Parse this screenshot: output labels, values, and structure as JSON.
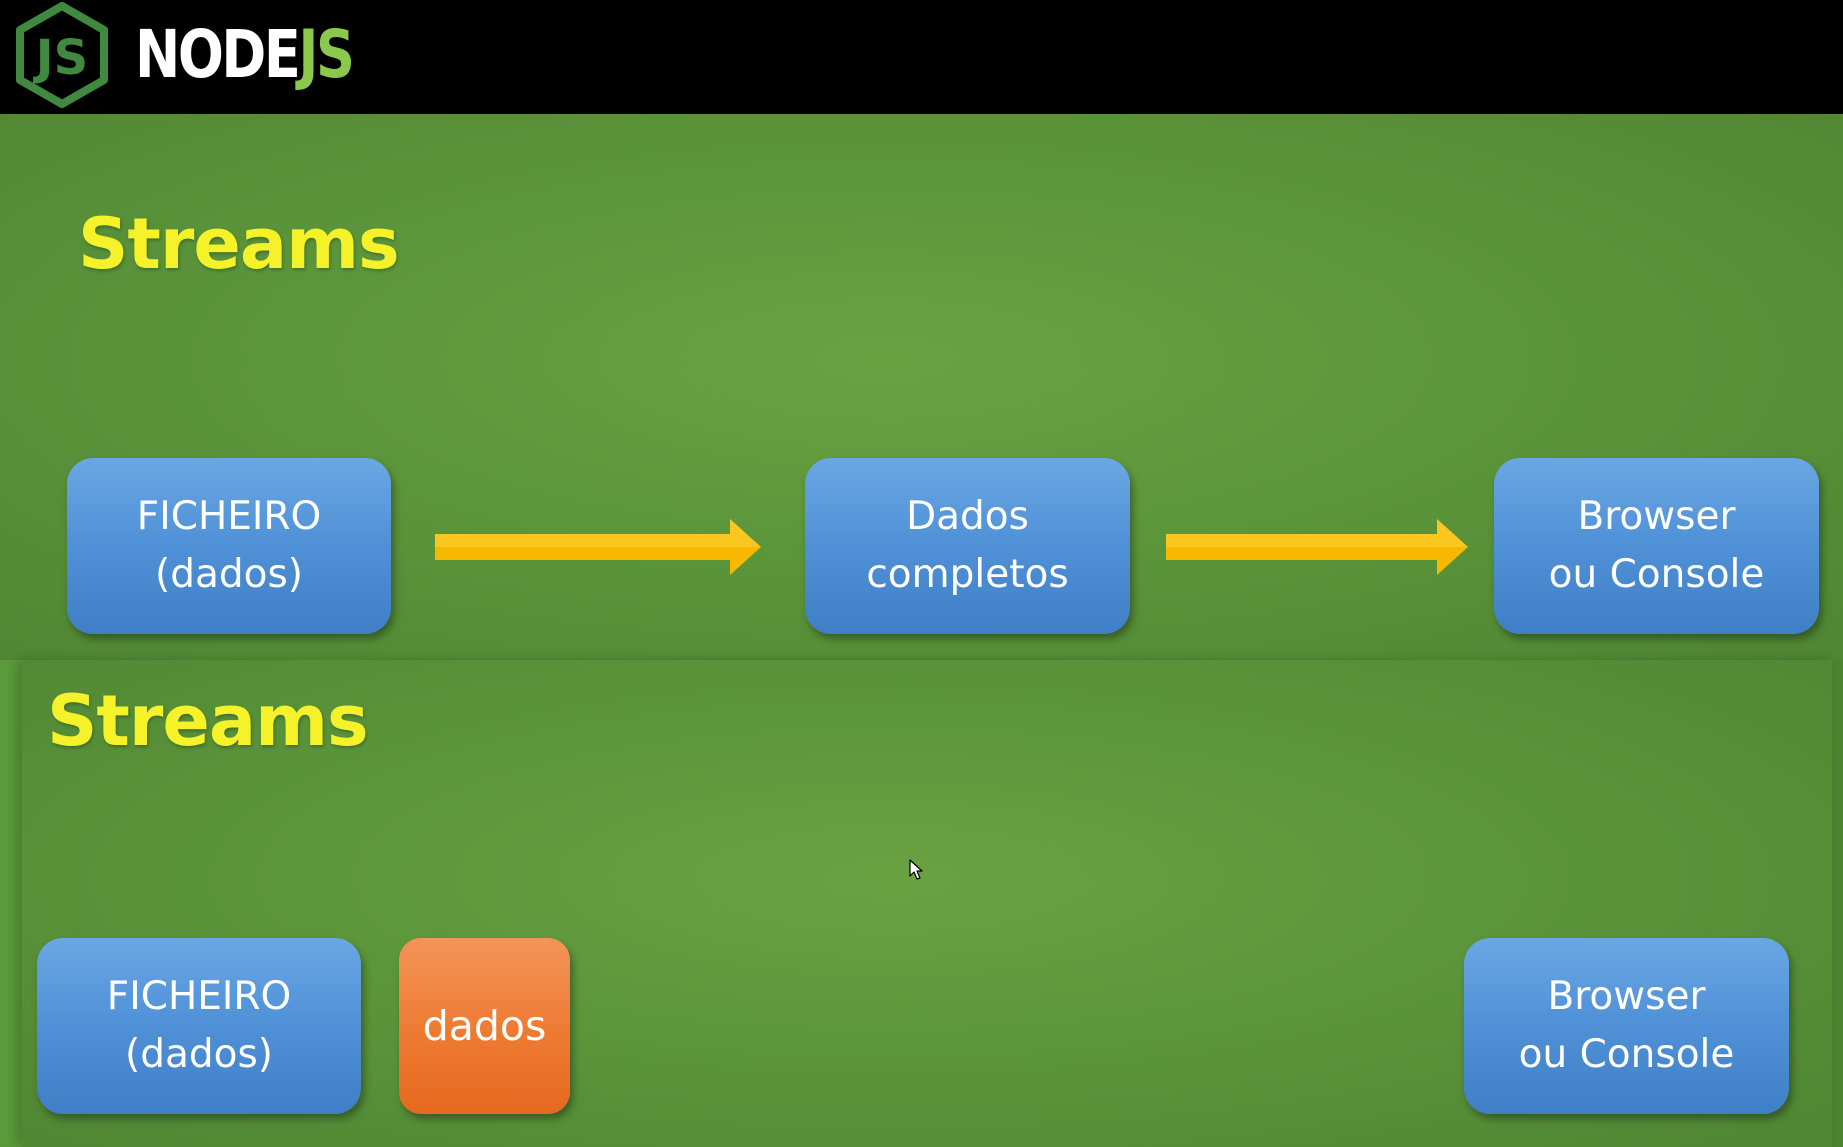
{
  "header": {
    "logo_mark": "JS",
    "wordmark_main": "NODE",
    "wordmark_accent": "JS"
  },
  "slides": [
    {
      "title": "Streams",
      "boxes": [
        {
          "line1": "FICHEIRO",
          "line2": "(dados)",
          "color": "blue"
        },
        {
          "line1": "Dados",
          "line2": "completos",
          "color": "blue"
        },
        {
          "line1": "Browser",
          "line2": "ou Console",
          "color": "blue"
        }
      ]
    },
    {
      "title": "Streams",
      "boxes": [
        {
          "line1": "FICHEIRO",
          "line2": "(dados)",
          "color": "blue"
        },
        {
          "line1": "dados",
          "color": "orange"
        },
        {
          "line1": "Browser",
          "line2": "ou Console",
          "color": "blue"
        }
      ]
    }
  ],
  "colors": {
    "title": "#f5f22a",
    "box_blue": "#4f90d6",
    "box_orange": "#ee7a31",
    "arrow": "#f9b800",
    "background_green": "#5f993c",
    "node_green": "#8cc84b"
  }
}
